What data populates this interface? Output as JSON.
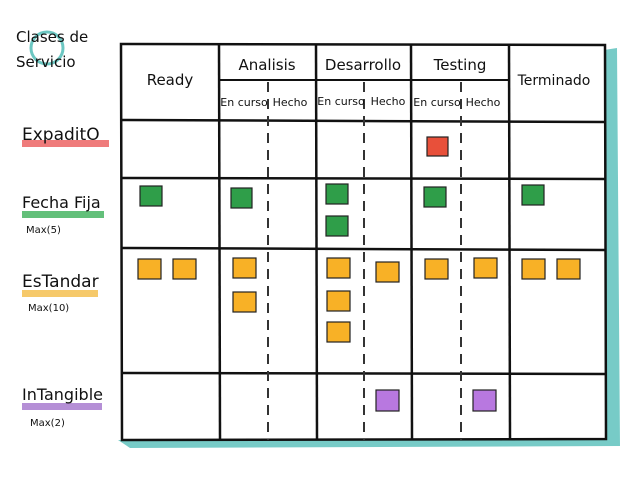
{
  "title": {
    "line1": "Clases de",
    "line2": "Servicio"
  },
  "columns": {
    "ready": "Ready",
    "analisis": "Analisis",
    "desarrollo": "Desarrollo",
    "testing": "Testing",
    "terminado": "Terminado",
    "en_curso": "En curso",
    "hecho": "Hecho"
  },
  "rows": [
    {
      "label": "ExpaditO",
      "limit": "",
      "underline": "#ef7b7b"
    },
    {
      "label": "Fecha Fija",
      "limit": "Max(5)",
      "underline": "#63c07a"
    },
    {
      "label": "EsTandar",
      "limit": "Max(10)",
      "underline": "#f6c96a"
    },
    {
      "label": "InTangible",
      "limit": "Max(2)",
      "underline": "#b58fd6"
    }
  ],
  "colors": {
    "expedite": "#e8503a",
    "fixed_date": "#2f9e49",
    "standard": "#f8b126",
    "intangible": "#b878e0",
    "board_shadow": "#5fc2bd",
    "title_circle": "#6cc7c2"
  },
  "cards": [
    {
      "row": "expedite",
      "column": "testing-en-curso"
    },
    {
      "row": "fixed_date",
      "column": "ready"
    },
    {
      "row": "fixed_date",
      "column": "analisis-en-curso"
    },
    {
      "row": "fixed_date",
      "column": "desarrollo-en-curso"
    },
    {
      "row": "fixed_date",
      "column": "desarrollo-en-curso"
    },
    {
      "row": "fixed_date",
      "column": "testing-en-curso"
    },
    {
      "row": "fixed_date",
      "column": "terminado"
    },
    {
      "row": "standard",
      "column": "ready"
    },
    {
      "row": "standard",
      "column": "ready"
    },
    {
      "row": "standard",
      "column": "analisis-en-curso"
    },
    {
      "row": "standard",
      "column": "analisis-en-curso"
    },
    {
      "row": "standard",
      "column": "desarrollo-en-curso"
    },
    {
      "row": "standard",
      "column": "desarrollo-en-curso"
    },
    {
      "row": "standard",
      "column": "desarrollo-en-curso"
    },
    {
      "row": "standard",
      "column": "desarrollo-hecho"
    },
    {
      "row": "standard",
      "column": "testing-en-curso"
    },
    {
      "row": "standard",
      "column": "testing-hecho"
    },
    {
      "row": "standard",
      "column": "terminado"
    },
    {
      "row": "standard",
      "column": "terminado"
    },
    {
      "row": "intangible",
      "column": "desarrollo-hecho"
    },
    {
      "row": "intangible",
      "column": "testing-hecho"
    }
  ]
}
